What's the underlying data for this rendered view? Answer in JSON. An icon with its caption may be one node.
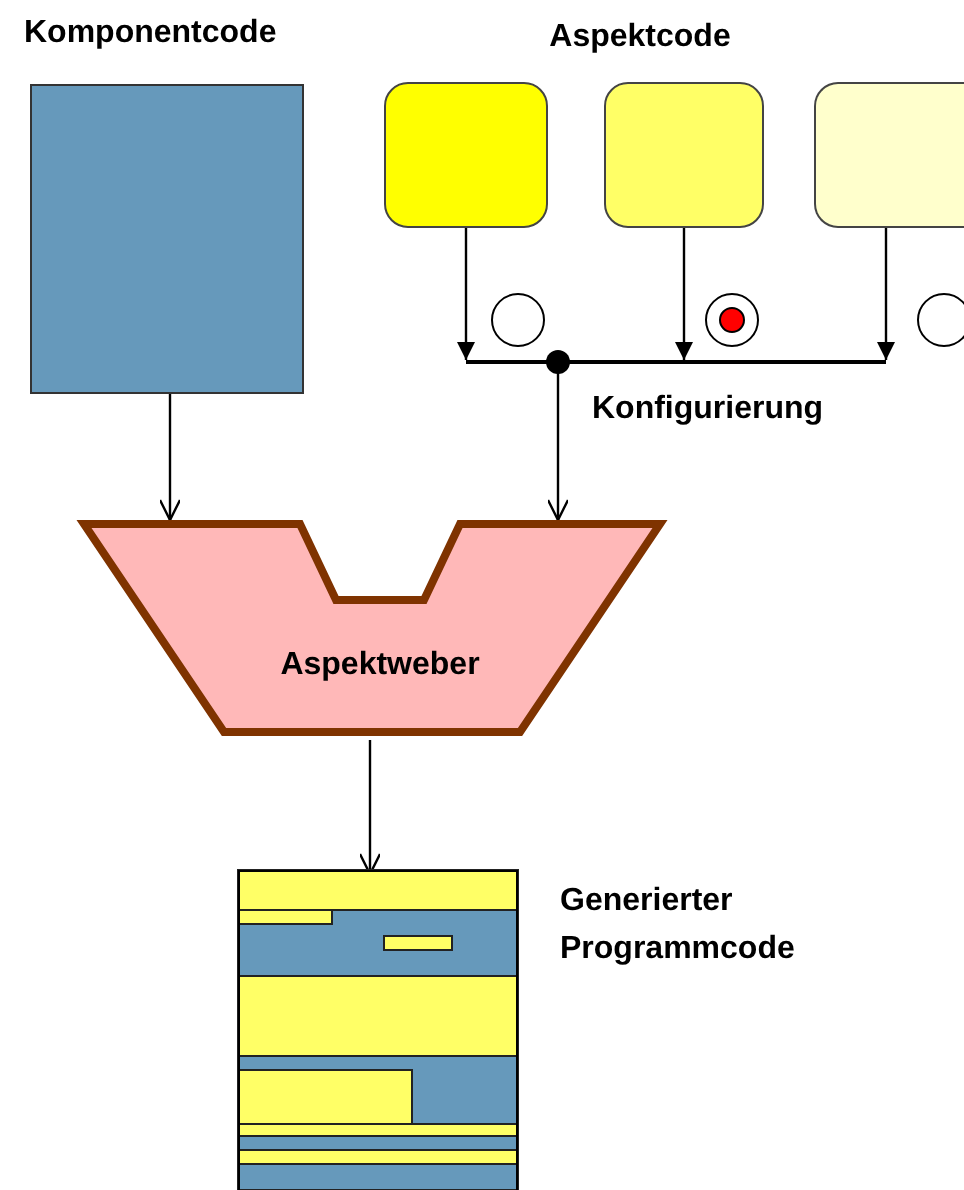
{
  "diagram": {
    "nodes": [
      {
        "text": [
          "Komponentcode"
        ]
      },
      {
        "text": [],
        "shape": "box"
      },
      {
        "text": [],
        "shape": "box"
      },
      {
        "text": [],
        "shape": "box"
      },
      {
        "text": [],
        "shape": "bar"
      },
      {
        "text": [
          "Aspektweber"
        ]
      },
      {
        "text": [
          "Generierter Programmcode"
        ]
      }
    ],
    "edges": [
      {
        "from": 1,
        "to": 4,
        "arrow": "to"
      },
      {
        "from": 2,
        "to": 4,
        "arrow": "to"
      },
      {
        "from": 3,
        "to": 4,
        "arrow": "to"
      },
      {
        "from": 0,
        "to": 5,
        "arrow": "to"
      },
      {
        "from": 4,
        "to": 5,
        "arrow": "to"
      },
      {
        "from": 5,
        "to": 6,
        "arrow": "to"
      }
    ],
    "labels": [
      "Aspektcode",
      "Konfigurierung"
    ]
  }
}
